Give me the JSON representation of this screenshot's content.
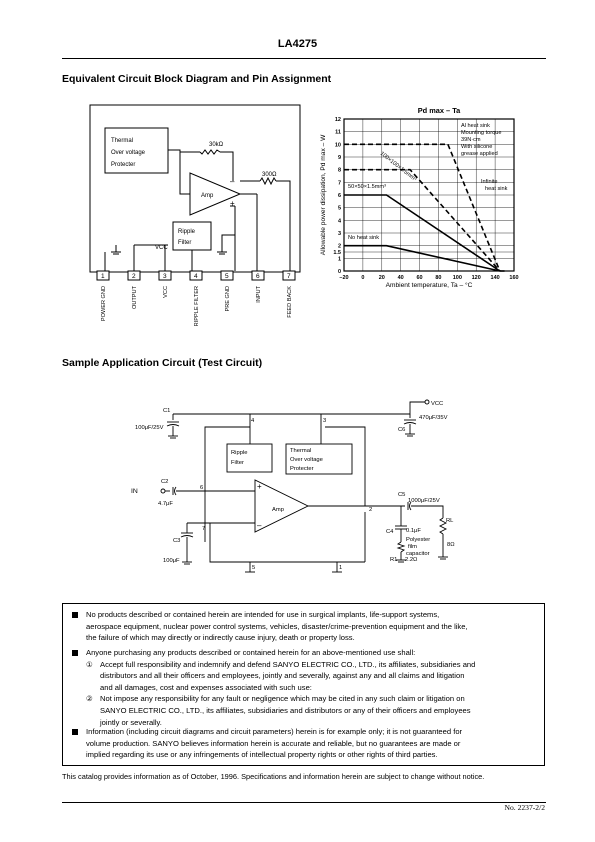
{
  "header": {
    "part_number": "LA4275"
  },
  "section1": {
    "title": "Equivalent Circuit Block Diagram and Pin Assignment"
  },
  "block_diagram": {
    "thermal_block": [
      "Thermal",
      "Over voltage",
      "Protecter"
    ],
    "ripple_block": [
      "Ripple",
      "Filter"
    ],
    "amp_label": "Amp",
    "resistor1": "30kΩ",
    "resistor2": "300Ω",
    "vcc_label": "VCC",
    "pin_numbers": [
      "1",
      "2",
      "3",
      "4",
      "5",
      "6",
      "7"
    ],
    "pin_names": [
      "POWER GND",
      "OUTPUT",
      "VCC",
      "RIPPLE FILTER",
      "PRE GND",
      "INPUT",
      "FEED BACK"
    ]
  },
  "chart_data": {
    "type": "line",
    "title": "Pd max – Ta",
    "xlabel": "Ambient temperature, Ta – °C",
    "ylabel": "Allowable power dissipation, Pd max – W",
    "xlim": [
      -20,
      160
    ],
    "ylim": [
      0,
      12
    ],
    "xticks": [
      "–20",
      "0",
      "20",
      "40",
      "60",
      "80",
      "100",
      "120",
      "140",
      "160"
    ],
    "yticks": [
      "0",
      "1",
      "1.5",
      "2",
      "3",
      "4",
      "5",
      "6",
      "7",
      "8",
      "9",
      "10",
      "11",
      "12"
    ],
    "grid": true,
    "series": [
      {
        "name": "Al heat sink Mounting torque 39N·cm With silicone grease applied",
        "style": "dashed",
        "x": [
          -20,
          90,
          145
        ],
        "y": [
          10,
          10,
          0
        ]
      },
      {
        "name": "100×100×1.5mm³",
        "style": "dashed",
        "x": [
          -20,
          50,
          145
        ],
        "y": [
          8,
          8,
          0
        ]
      },
      {
        "name": "50×50×1.5mm³",
        "style": "solid",
        "x": [
          -20,
          25,
          145
        ],
        "y": [
          6,
          6,
          0
        ]
      },
      {
        "name": "No heat sink",
        "style": "solid",
        "x": [
          -20,
          25,
          145
        ],
        "y": [
          2,
          2,
          0
        ]
      },
      {
        "name": "Infinite heat sink",
        "style": "dashed",
        "x": [
          145,
          150
        ],
        "y": [
          0,
          0
        ]
      }
    ],
    "annotations": {
      "al_heat_sink": [
        "Al heat sink",
        "Mounting torque",
        "39N·cm",
        "With silicone",
        "grease applied"
      ],
      "sink100": "100×100×1.5mm³",
      "sink50": "50×50×1.5mm³",
      "no_sink": "No heat sink",
      "infinite": [
        "Infinite",
        "heat sink"
      ]
    }
  },
  "section2": {
    "title": "Sample Application Circuit (Test Circuit)"
  },
  "app_circuit": {
    "vcc": "VCC",
    "c1_name": "C1",
    "c1_value": "100μF/25V",
    "c6_name": "C6",
    "c6_value": "470μF/35V",
    "c2_name": "C2",
    "c2_value": "4.7μF",
    "c3_name": "C3",
    "c3_value": "100μF",
    "c4_name": "C4",
    "c4_value": "0.1μF",
    "c4_desc": [
      "Polyester",
      "film",
      "capacitor"
    ],
    "c5_name": "C5",
    "c5_value": "1000μF/25V",
    "r1_name": "R1",
    "r1_value": "2.2Ω",
    "rl_name": "RL",
    "rl_value": "8Ω",
    "in_label": "IN",
    "amp_label": "Amp",
    "ripple_block": [
      "Ripple",
      "Filter"
    ],
    "thermal_block": [
      "Thermal",
      "Over voltage",
      "Protecter"
    ],
    "pins": {
      "p1": "1",
      "p2": "2",
      "p3": "3",
      "p4": "4",
      "p5": "5",
      "p6": "6",
      "p7": "7"
    }
  },
  "notices": {
    "n1": [
      "No products described or contained herein are intended for use in surgical implants, life-support systems,",
      "aerospace equipment, nuclear power control systems, vehicles, disaster/crime-prevention equipment and the like,",
      "the failure of which may directly or indirectly cause injury, death or property loss."
    ],
    "n2": "Anyone purchasing any products described or contained herein for an above-mentioned use shall:",
    "n2_1_num": "①",
    "n2_1": [
      "Accept full responsibility and indemnify and defend SANYO ELECTRIC CO., LTD., its affiliates, subsidiaries and",
      "distributors and all their officers and employees, jointly and severally, against any and all claims and litigation",
      "and all damages, cost and expenses associated with such use:"
    ],
    "n2_2_num": "②",
    "n2_2": [
      "Not impose any responsibility for any fault or negligence which may be cited in any such claim or litigation on",
      "SANYO ELECTRIC CO., LTD., its affiliates, subsidiaries and distributors or any of their officers and employees",
      "jointly or severally."
    ],
    "n3": [
      "Information (including circuit diagrams and circuit parameters) herein is for example only; it is not guaranteed for",
      "volume production. SANYO believes information herein is accurate and reliable, but no guarantees are made or",
      "implied regarding its use or any infringements of intellectual property rights or other rights of third parties."
    ]
  },
  "footer": {
    "catalog_note": "This catalog provides information as of October, 1996. Specifications and information herein are subject to change without notice.",
    "doc_number": "No. 2237-2/2"
  }
}
